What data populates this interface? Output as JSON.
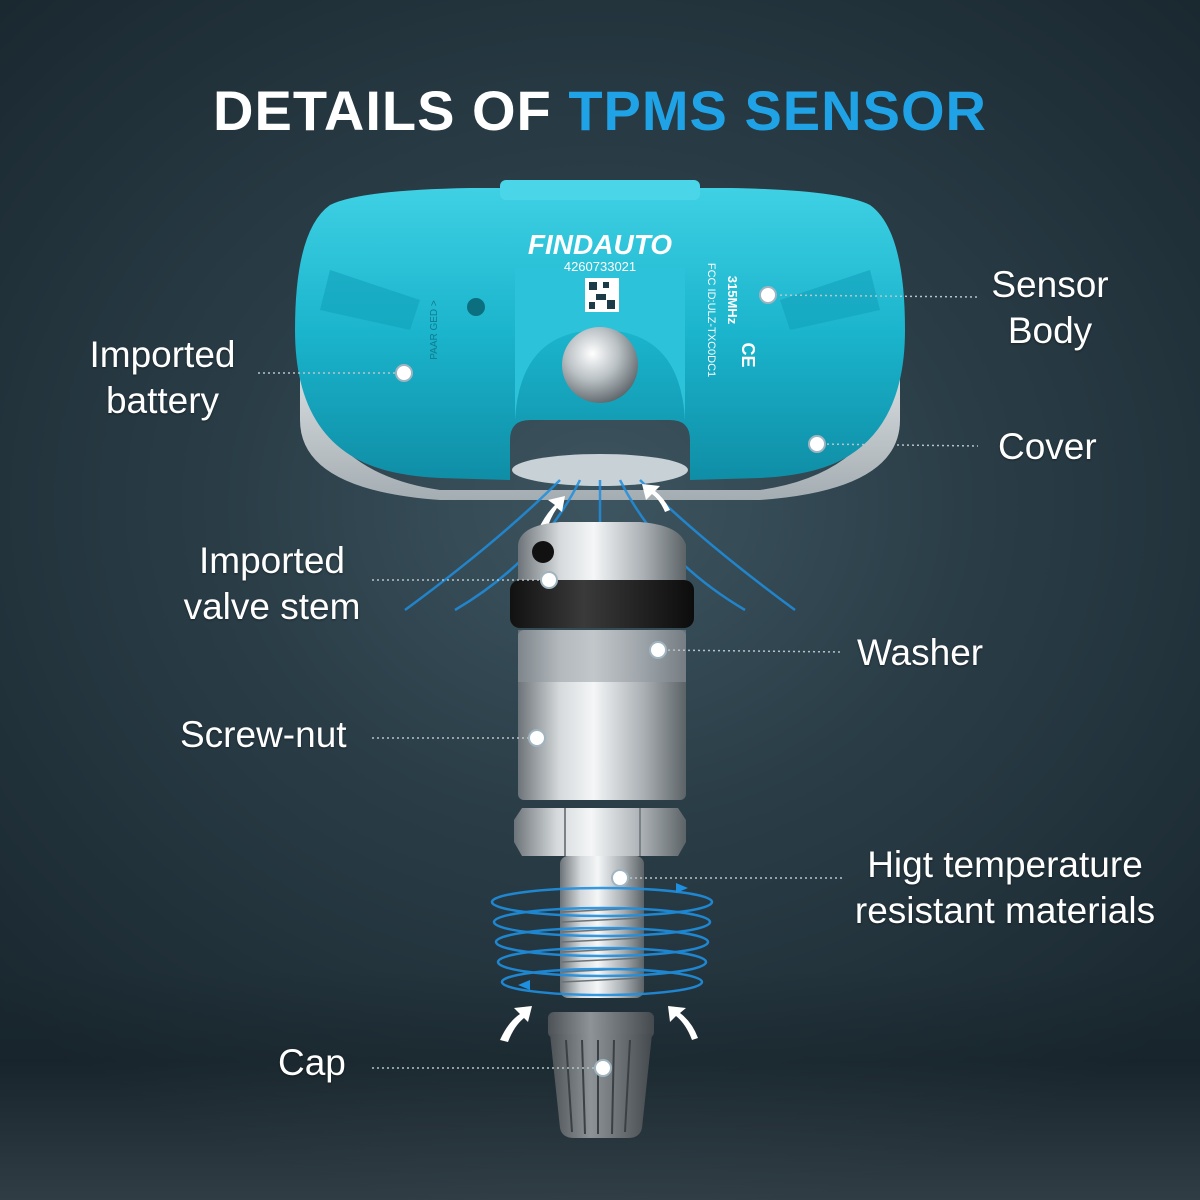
{
  "title": {
    "main": "DETAILS OF",
    "accent": "TPMS SENSOR"
  },
  "sensor_print": {
    "brand": "FINDAUTO",
    "serial": "4260733021",
    "freq": "315MHz",
    "fcc": "FCC ID:ULZ-TXC0DC1",
    "ce": "CE",
    "side": "PAAR GED >"
  },
  "labels": {
    "sensor_body": [
      "Sensor",
      "Body"
    ],
    "imported_battery": [
      "Imported",
      "battery"
    ],
    "cover": "Cover",
    "valve_stem": [
      "Imported",
      "valve stem"
    ],
    "washer": "Washer",
    "screw_nut": "Screw-nut",
    "high_temp": [
      "Higt temperature",
      "resistant materials"
    ],
    "cap": "Cap"
  },
  "colors": {
    "accent": "#1fa3e6",
    "sensor_body": "#1fb7cf",
    "text": "#ffffff"
  }
}
